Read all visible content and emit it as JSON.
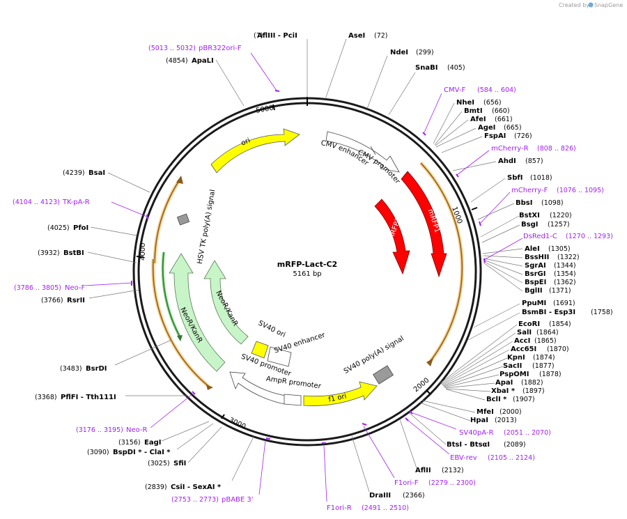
{
  "credit": "Created by",
  "brand": "SnapGene",
  "plasmid": {
    "name": "mRFP-Lact-C2",
    "size": "5161 bp"
  },
  "ticks": {
    "t1000": "1000",
    "t2000": "2000",
    "t3000": "3000",
    "t4000": "4000",
    "t5000": "5000"
  },
  "features": {
    "ori": "ori",
    "cmv_enhancer": "CMV enhancer",
    "cmv_promoter": "CMV promoter",
    "mrfp1_a": "mRFP1",
    "mrfp1_b": "mRFP1",
    "hsv": "HSV TK poly(A) signal",
    "neor_a": "NeoR/KanR",
    "neor_b": "NeoR/KanR",
    "sv40_ori": "SV40 ori",
    "sv40_enh": "SV40 enhancer",
    "sv40_prom": "SV40 promoter",
    "ampr_prom": "AmpR promoter",
    "sv40_polya": "SV40 poly(A) signal",
    "f1_ori": "f1 ori"
  },
  "sites": [
    {
      "name": "AflIII  - PciI",
      "pos": "(7)"
    },
    {
      "name": "AseI",
      "pos": "(72)"
    },
    {
      "name": "NdeI",
      "pos": "(299)"
    },
    {
      "name": "SnaBI",
      "pos": "(405)"
    },
    {
      "name": "NheI",
      "pos": "(656)"
    },
    {
      "name": "BmtI",
      "pos": "(660)"
    },
    {
      "name": "AfeI",
      "pos": "(661)"
    },
    {
      "name": "AgeI",
      "pos": "(665)"
    },
    {
      "name": "FspAI",
      "pos": "(726)"
    },
    {
      "name": "AhdI",
      "pos": "(857)"
    },
    {
      "name": "SbfI",
      "pos": "(1018)"
    },
    {
      "name": "BbsI",
      "pos": "(1098)"
    },
    {
      "name": "BstXI",
      "pos": "(1220)"
    },
    {
      "name": "BsgI",
      "pos": "(1257)"
    },
    {
      "name": "AleI",
      "pos": "(1305)"
    },
    {
      "name": "BssHII",
      "pos": "(1322)"
    },
    {
      "name": "SgrAI",
      "pos": "(1344)"
    },
    {
      "name": "BsrGI",
      "pos": "(1354)"
    },
    {
      "name": "BspEI",
      "pos": "(1362)"
    },
    {
      "name": "BglII",
      "pos": "(1371)"
    },
    {
      "name": "PpuMI",
      "pos": "(1691)"
    },
    {
      "name": "BsmBI  - Esp3I",
      "pos": "(1758)"
    },
    {
      "name": "EcoRI",
      "pos": "(1854)"
    },
    {
      "name": "SalI",
      "pos": "(1864)"
    },
    {
      "name": "AccI",
      "pos": "(1865)"
    },
    {
      "name": "Acc65I",
      "pos": "(1870)"
    },
    {
      "name": "KpnI",
      "pos": "(1874)"
    },
    {
      "name": "SacII",
      "pos": "(1877)"
    },
    {
      "name": "PspOMI",
      "pos": "(1878)"
    },
    {
      "name": "ApaI",
      "pos": "(1882)"
    },
    {
      "name": "XbaI *",
      "pos": "(1897)"
    },
    {
      "name": "BclI *",
      "pos": "(1907)"
    },
    {
      "name": "MfeI",
      "pos": "(2000)"
    },
    {
      "name": "HpaI",
      "pos": "(2013)"
    },
    {
      "name": "BtsI  - BtsαI",
      "pos": "(2089)"
    },
    {
      "name": "AflII",
      "pos": "(2132)"
    },
    {
      "name": "DraIII",
      "pos": "(2366)"
    },
    {
      "name": "CsiI  - SexAI *",
      "pos": "(2839)"
    },
    {
      "name": "SfiI",
      "pos": "(3025)"
    },
    {
      "name": "BspDI *  - ClaI *",
      "pos": "(3090)"
    },
    {
      "name": "EagI",
      "pos": "(3156)"
    },
    {
      "name": "PflFI  - Tth111I",
      "pos": "(3368)"
    },
    {
      "name": "BsrDI",
      "pos": "(3483)"
    },
    {
      "name": "RsrII",
      "pos": "(3766)"
    },
    {
      "name": "BstBI",
      "pos": "(3932)"
    },
    {
      "name": "PfoI",
      "pos": "(4025)"
    },
    {
      "name": "BsaI",
      "pos": "(4239)"
    },
    {
      "name": "ApaLI",
      "pos": "(4854)"
    }
  ],
  "primers": [
    {
      "name": "pBR322ori-F",
      "range": "(5013 .. 5032)"
    },
    {
      "name": "CMV-F",
      "range": "(584 .. 604)"
    },
    {
      "name": "mCherry-R",
      "range": "(808 .. 826)"
    },
    {
      "name": "mCherry-F",
      "range": "(1076 .. 1095)"
    },
    {
      "name": "DsRed1-C",
      "range": "(1270 .. 1293)"
    },
    {
      "name": "SV40pA-R",
      "range": "(2051 .. 2070)"
    },
    {
      "name": "EBV-rev",
      "range": "(2105 .. 2124)"
    },
    {
      "name": "F1ori-F",
      "range": "(2279 .. 2300)"
    },
    {
      "name": "F1ori-R",
      "range": "(2491 .. 2510)"
    },
    {
      "name": "pBABE 3'",
      "range": "(2753 .. 2773)"
    },
    {
      "name": "Neo-R",
      "range": "(3176 .. 3195)"
    },
    {
      "name": "Neo-F",
      "range": "(3786 .. 3805)"
    },
    {
      "name": "TK-pA-R",
      "range": "(4104 .. 4123)"
    }
  ]
}
